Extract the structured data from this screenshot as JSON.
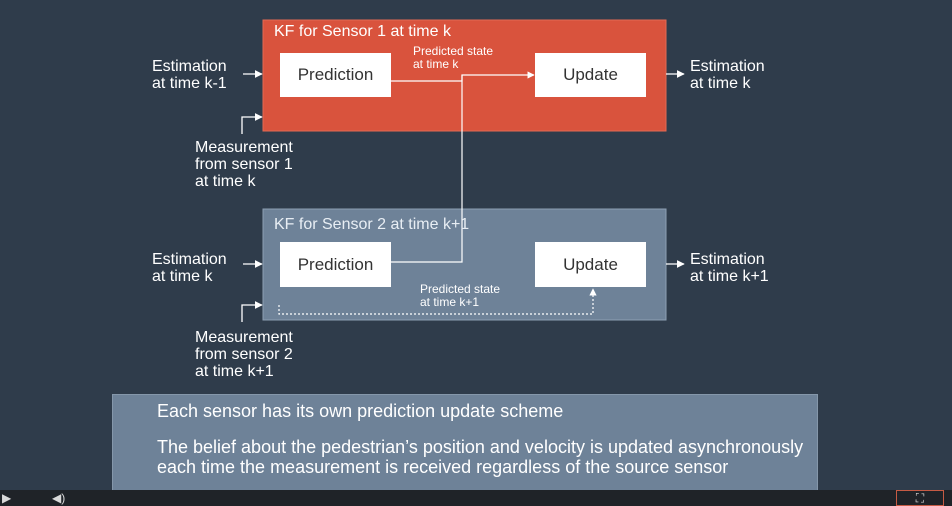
{
  "kf1": {
    "title": "KF for Sensor 1 at time k",
    "prediction": "Prediction",
    "update": "Update",
    "predicted_state_line1": "Predicted state",
    "predicted_state_line2": "at time k",
    "input_line1": "Estimation",
    "input_line2": "at time k-1",
    "output_line1": "Estimation",
    "output_line2": "at time k",
    "meas_line1": "Measurement",
    "meas_line2": "from sensor 1",
    "meas_line3": "at time k"
  },
  "kf2": {
    "title": "KF for Sensor 2 at time k+1",
    "prediction": "Prediction",
    "update": "Update",
    "predicted_state_line1": "Predicted state",
    "predicted_state_line2": "at time k+1",
    "input_line1": "Estimation",
    "input_line2": "at time k",
    "output_line1": "Estimation",
    "output_line2": "at time k+1",
    "meas_line1": "Measurement",
    "meas_line2": "from sensor 2",
    "meas_line3": "at time k+1"
  },
  "caption": {
    "line1": "Each sensor has its own prediction update scheme",
    "line2": "The belief about the pedestrian’s position and velocity is updated asynchronously each time the measurement is received regardless of the source sensor"
  },
  "colors": {
    "kf1_fill": "#d9533d",
    "kf2_fill": "#6e8298",
    "background": "#2f3c4b"
  },
  "player": {
    "play_icon": "play-icon",
    "volume_icon": "volume-icon",
    "fullscreen_icon": "fullscreen-icon"
  }
}
